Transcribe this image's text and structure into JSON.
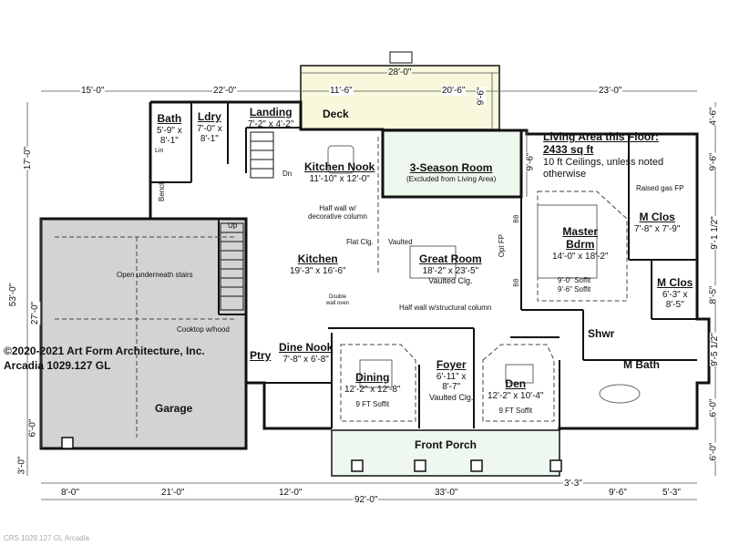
{
  "copyright": {
    "line1": "©2020-2021 Art Form Architecture, Inc.",
    "line2": "Arcadia 1029.127 GL",
    "footer": "CRS 1029.127 GL Arcadia"
  },
  "living_area": {
    "title1": "Living Area this Floor:",
    "title2": "2433 sq ft",
    "note1": "10 ft Ceilings, unless noted",
    "note2": "otherwise"
  },
  "rooms": {
    "bath": {
      "name": "Bath",
      "d1": "5'-9\" x",
      "d2": "8'-1\""
    },
    "laundry": {
      "name": "Ldry",
      "d1": "7'-0\" x",
      "d2": "8'-1\""
    },
    "landing": {
      "name": "Landing",
      "d1": "7'-2\" x 4'-2\""
    },
    "deck": {
      "name": "Deck"
    },
    "kitchen_nook": {
      "name": "Kitchen Nook",
      "d1": "11'-10\" x 12'-0\""
    },
    "season_room": {
      "name": "3-Season Room",
      "note": "(Excluded from Living Area)"
    },
    "master_closet1": {
      "name": "M Clos",
      "d1": "7'-8\" x 7'-9\""
    },
    "master_bedroom": {
      "name1": "Master",
      "name2": "Bdrm",
      "d1": "14'-0\" x 18'-2\""
    },
    "master_closet2": {
      "name": "M Clos",
      "d1": "6'-3\" x",
      "d2": "8'-5\""
    },
    "kitchen": {
      "name": "Kitchen",
      "d1": "19'-3\" x 16'-6\""
    },
    "great_room": {
      "name": "Great Room",
      "d1": "18'-2\" x 23'-5\"",
      "d2": "Vaulted Clg."
    },
    "garage": {
      "name": "Garage"
    },
    "dine_nook": {
      "name": "Dine Nook",
      "d1": "7'-8\" x 6'-8\""
    },
    "pantry": {
      "name": "Ptry"
    },
    "dining": {
      "name": "Dining",
      "d1": "12'-2\" x 12'-8\"",
      "d2": "9 FT Soffit"
    },
    "foyer": {
      "name": "Foyer",
      "d1": "6'-11\" x",
      "d2": "8'-7\"",
      "d3": "Vaulted Clg."
    },
    "den": {
      "name": "Den",
      "d1": "12'-2\" x 10'-4\"",
      "d2": "9 FT Soffit"
    },
    "shower": {
      "name": "Shwr"
    },
    "master_bath": {
      "name": "M Bath"
    },
    "front_porch": {
      "name": "Front Porch"
    }
  },
  "notes": {
    "half_wall_deco1": "Half wall w/",
    "half_wall_deco2": "decorative column",
    "flat_clg": "Flat Clg.",
    "vaulted": "Vaulted",
    "open_stairs": "Open underneath stairs",
    "cooktop": "Cooktop w/hood",
    "double_oven1": "Double",
    "double_oven2": "wall oven",
    "half_wall_struct": "Half wall w/structural column",
    "raised_fp": "Raised gas FP",
    "soffit1": "9'-0\" Soffit",
    "soffit2": "9'-6\" Soffit",
    "opt_fp": "Opt FP",
    "bench": "Bench",
    "up": "Up",
    "dn": "Dn",
    "lin": "Lin",
    "bb1": "BB",
    "bb2": "BB"
  },
  "dimensions": {
    "top": [
      "15'-0\"",
      "22'-0\"",
      "11'-6\"",
      "20'-6\"",
      "23'-0\""
    ],
    "deck_top": "28'-0\"",
    "deck_side": "9'-6\"",
    "season_side": "9'-6\"",
    "bottom_segments": [
      "8'-0\"",
      "21'-0\"",
      "12'-0\"",
      "33'-0\"",
      "9'-6\"",
      "5'-3\""
    ],
    "porch_offset": "3'-3\"",
    "overall_bottom": "92'-0\"",
    "left_outer": [
      "17'-0\"",
      "53'-0\"",
      "3'-0\""
    ],
    "left_inner": [
      "27'-0\"",
      "6'-0\""
    ],
    "right": [
      "4'-6\"",
      "9'-6\"",
      "9'-1 1/2\"",
      "8'-5\"",
      "9'-5 1/2\"",
      "6'-0\"",
      "6'-0\""
    ]
  },
  "colors": {
    "wall": "#111111",
    "deck_fill": "#f7f8dc",
    "season_fill": "#eef8ee",
    "garage_fill": "#d3d3d3",
    "porch_fill": "#eef8ee",
    "grid": "#555555"
  }
}
